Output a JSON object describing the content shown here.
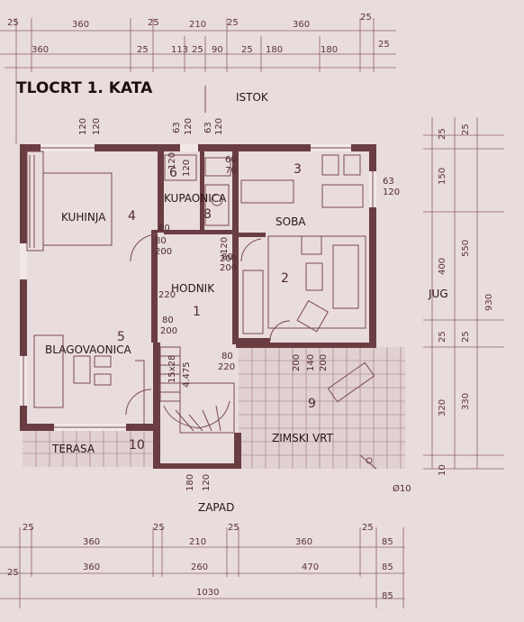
{
  "title": "TLOCRT 1. KATA",
  "orientation": {
    "east": "ISTOK",
    "west": "ZAPAD",
    "south": "JUG"
  },
  "rooms": [
    {
      "label": "KUHINJA",
      "number": "4"
    },
    {
      "label": "KUPAONICA",
      "number": "8"
    },
    {
      "label": "SOBA",
      "number": "3"
    },
    {
      "label": "HODNIK",
      "number": "1"
    },
    {
      "label": "BLAGOVAONICA",
      "number": "5"
    },
    {
      "label": "TERASA",
      "number": "10"
    },
    {
      "label": "ZIMSKI VRT",
      "number": "9"
    },
    {
      "number": "2"
    },
    {
      "number": "6"
    }
  ],
  "dimensions": {
    "top_row1": [
      "25",
      "360",
      "25",
      "210",
      "25",
      "360",
      "25"
    ],
    "top_row2": [
      "360",
      "25",
      "113",
      "25",
      "90",
      "25",
      "180",
      "180",
      "25"
    ],
    "bottom_row1": [
      "25",
      "360",
      "25",
      "210",
      "25",
      "360",
      "25",
      "85"
    ],
    "bottom_row2": [
      "25",
      "360",
      "260",
      "470",
      "85"
    ],
    "bottom_total": "1030",
    "right_col1": [
      "25",
      "150",
      "400",
      "25",
      "320",
      "10"
    ],
    "right_col2": [
      "25",
      "550",
      "25",
      "330"
    ],
    "right_total": "930",
    "plan_misc": [
      "120",
      "120",
      "63",
      "120",
      "63",
      "120",
      "120",
      "120",
      "60",
      "70",
      "63",
      "120",
      "80",
      "200",
      "120",
      "200",
      "80",
      "200",
      "80",
      "200",
      "80",
      "220",
      "200",
      "140",
      "200",
      "80",
      "220",
      "180",
      "120",
      "15x28",
      "4.475",
      "Ø10"
    ]
  }
}
